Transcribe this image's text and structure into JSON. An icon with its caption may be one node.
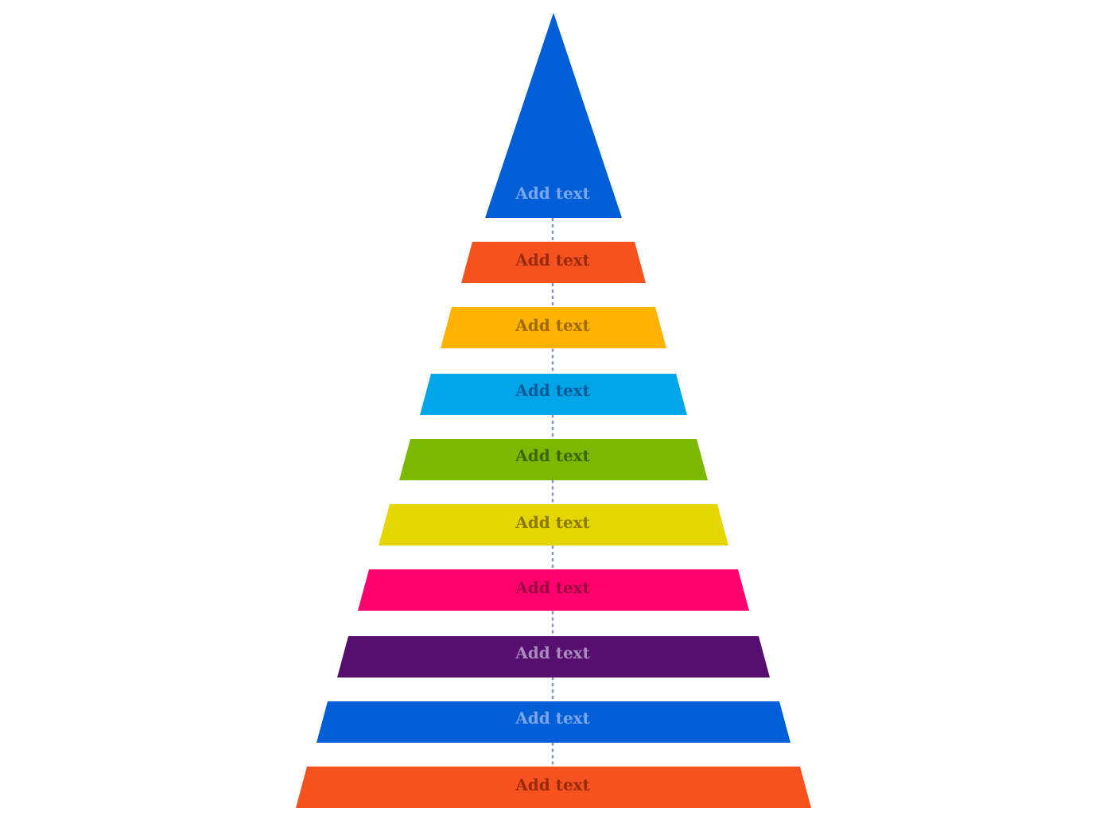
{
  "diagram": {
    "nodes": [
      {
        "text": [
          "Add text"
        ]
      },
      {
        "text": [
          "Add text"
        ]
      },
      {
        "text": [
          "Add text"
        ]
      },
      {
        "text": [
          "Add text"
        ]
      },
      {
        "text": [
          "Add text"
        ]
      },
      {
        "text": [
          "Add text"
        ]
      },
      {
        "text": [
          "Add text"
        ]
      },
      {
        "text": [
          "Add text"
        ]
      },
      {
        "text": [
          "Add text"
        ]
      },
      {
        "text": [
          "Add text"
        ]
      }
    ],
    "edges": [
      {
        "from": 0,
        "to": 1,
        "arrow": "none",
        "style": "dashed"
      },
      {
        "from": 1,
        "to": 2,
        "arrow": "none",
        "style": "dashed"
      },
      {
        "from": 2,
        "to": 3,
        "arrow": "none",
        "style": "dashed"
      },
      {
        "from": 3,
        "to": 4,
        "arrow": "none",
        "style": "dashed"
      },
      {
        "from": 4,
        "to": 5,
        "arrow": "none",
        "style": "dashed"
      },
      {
        "from": 5,
        "to": 6,
        "arrow": "none",
        "style": "dashed"
      },
      {
        "from": 6,
        "to": 7,
        "arrow": "none",
        "style": "dashed"
      },
      {
        "from": 7,
        "to": 8,
        "arrow": "none",
        "style": "dashed"
      },
      {
        "from": 8,
        "to": 9,
        "arrow": "none",
        "style": "dashed"
      }
    ]
  }
}
